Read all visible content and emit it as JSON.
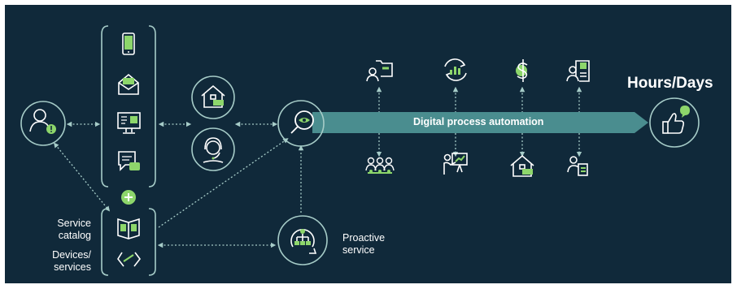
{
  "title": "Hours/Days",
  "colors": {
    "background": "#10293a",
    "accent": "#8dd66b",
    "teal": "#4a8d8f",
    "line": "#a6ccc8"
  },
  "labels": {
    "automation": "Digital process automation",
    "service_catalog": "Service\ncatalog",
    "devices_services": "Devices/\nservices",
    "proactive_service": "Proactive\nservice"
  },
  "icons": {
    "user_alert": "user-alert-icon",
    "phone": "smartphone-icon",
    "email": "envelope-icon",
    "portal": "computer-monitor-icon",
    "chat": "chat-bubble-icon",
    "home_payment": "home-payment-icon",
    "agent": "headset-agent-icon",
    "hub": "magnifier-eye-icon",
    "plus": "plus-icon",
    "catalog": "open-book-icon",
    "devices": "device-arrows-icon",
    "proactive": "proactive-workflow-icon",
    "result": "thumbs-up-icon",
    "top_row": [
      "user-folder-icon",
      "refresh-chart-icon",
      "dollar-sign-icon",
      "user-building-icon"
    ],
    "bottom_row": [
      "user-group-icon",
      "presenter-icon",
      "home-payment-icon",
      "user-clipboard-icon"
    ]
  }
}
